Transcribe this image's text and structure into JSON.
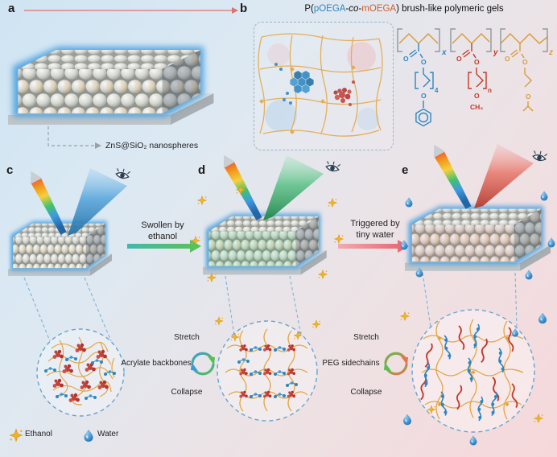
{
  "figure": {
    "colors": {
      "background_blue": "#cfe4f3",
      "background_pink": "#f6d8da",
      "poega_blue": "#2e86c1",
      "moega_orange": "#cc5f2a",
      "mesh_orange": "#e3a23c",
      "cluster_red": "#c0392b",
      "glow_blue": "#3d9be0",
      "ethanol_yellow": "#f3b229",
      "water_blue": "#2f86c0"
    }
  },
  "panel_a": {
    "label": "a",
    "annotation": "ZnS@SiO₂ nanospheres"
  },
  "panel_b": {
    "label": "b",
    "title_p": "P(",
    "title_poega": "pOEGA",
    "title_dash1": "-",
    "title_co": "co",
    "title_dash2": "-",
    "title_moega": "mOEGA",
    "title_rest": ") brush-like polymeric gels",
    "structure": {
      "x": "x",
      "y": "y",
      "z": "z",
      "o": "O",
      "ch3": "CH₃",
      "sub4": "4",
      "subn": "n"
    }
  },
  "panel_c": {
    "label": "c"
  },
  "panel_d": {
    "label": "d"
  },
  "panel_e": {
    "label": "e"
  },
  "transitions": {
    "c_to_d_line1": "Swollen by",
    "c_to_d_line2": "ethanol",
    "d_to_e_line1": "Triggered by",
    "d_to_e_line2": "tiny water"
  },
  "cycles": {
    "backbone": {
      "top": "Stretch",
      "label": "Acrylate backbones",
      "bottom": "Collapse"
    },
    "sidechain": {
      "top": "Stretch",
      "label": "PEG sidechains",
      "bottom": "Collapse"
    }
  },
  "legend": {
    "ethanol": "Ethanol",
    "water": "Water"
  }
}
